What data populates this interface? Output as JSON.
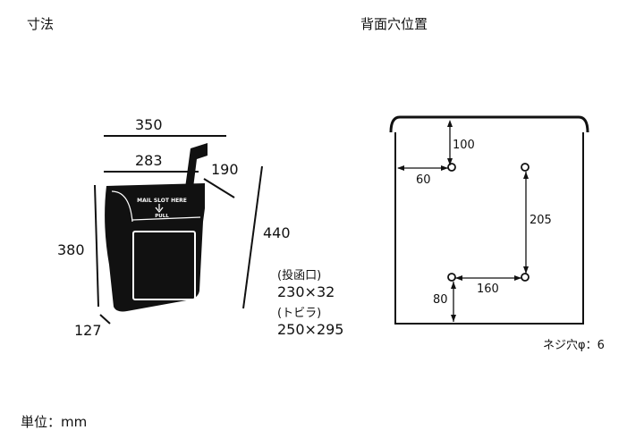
{
  "headings": {
    "dimensions": "寸法",
    "back_holes": "背面穴位置"
  },
  "front": {
    "width_overall": "350",
    "width_body": "283",
    "depth": "190",
    "height_overall": "440",
    "height_body": "380",
    "depth_bottom": "127",
    "slot_note": "(投函口)",
    "slot_size": "230×32",
    "door_note": "(トビラ)",
    "door_size": "250×295",
    "box_print_line1": "MAIL SLOT HERE",
    "box_print_line2": "PULL"
  },
  "back": {
    "dim_top": "100",
    "dim_left": "60",
    "dim_vertical": "205",
    "dim_horizontal": "160",
    "dim_bottom": "80",
    "screw_note": "ネジ穴φ：6"
  },
  "unit": "単位：mm"
}
